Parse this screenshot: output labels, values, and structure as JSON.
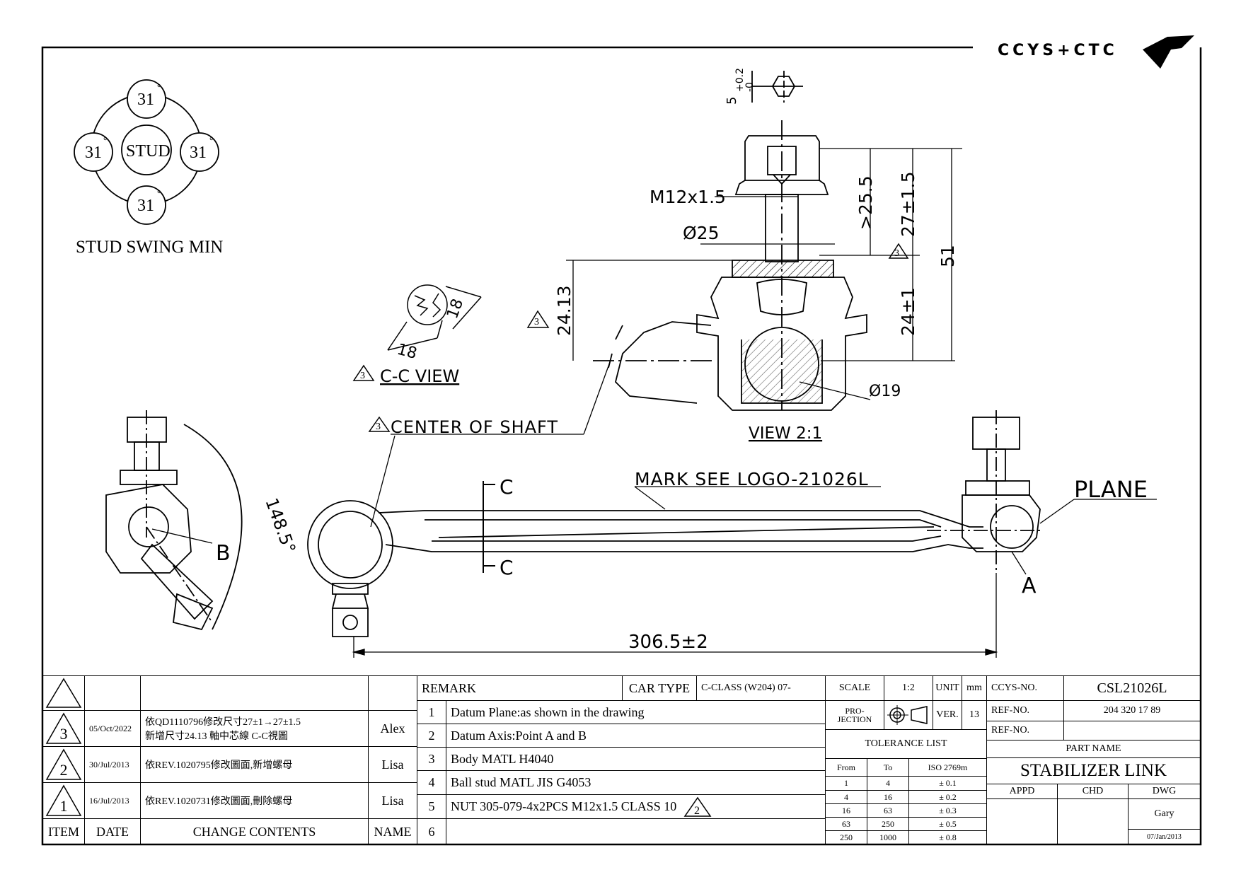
{
  "logo": {
    "text": "CCYS+CTC"
  },
  "stud_swing": {
    "title": "STUD SWING MIN",
    "center": "STUD",
    "angles": [
      "31",
      "31",
      "31",
      "31"
    ],
    "degree": "°"
  },
  "annotations": {
    "tol_upper": "+0.2",
    "tol_lower": "-0",
    "tol_base": "5",
    "thread": "M12x1.5",
    "dia25": "Ø25",
    "dim_25_5": ">25.5",
    "dim_27": "27±1.5",
    "dim_51": "51",
    "dim_24": "24±1",
    "dim_24_13": "24.13",
    "dia19": "Ø19",
    "view_label": "VIEW 2:1",
    "cc_18a": "18",
    "cc_18b": "18",
    "cc_view": "C-C VIEW",
    "center_shaft": "CENTER OF SHAFT",
    "mark": "MARK SEE LOGO-21026L",
    "plane": "PLANE",
    "point_a": "A",
    "point_b": "B",
    "section_c1": "C",
    "section_c2": "C",
    "arc": "148.5°",
    "length": "306.5±2",
    "rev_tri": "3"
  },
  "revisions": {
    "rows": [
      {
        "item": "3",
        "date": "05/Oct/2022",
        "content1": "依QD1110796修改尺寸27±1→27±1.5",
        "content2": "新增尺寸24.13 軸中芯線 C-C視圖",
        "name": "Alex"
      },
      {
        "item": "2",
        "date": "30/Jul/2013",
        "content1": "依REV.1020795修改圖面,新增螺母",
        "content2": "",
        "name": "Lisa"
      },
      {
        "item": "1",
        "date": "16/Jul/2013",
        "content1": "依REV.1020731修改圖面,刪除螺母",
        "content2": "",
        "name": "Lisa"
      }
    ],
    "headers": {
      "item": "ITEM",
      "date": "DATE",
      "content": "CHANGE CONTENTS",
      "name": "NAME"
    }
  },
  "remarks": {
    "title": "REMARK",
    "car_type_label": "CAR TYPE",
    "car_type": "C-CLASS (W204) 07-",
    "items": [
      {
        "n": "1",
        "text": "Datum Plane:as shown in the drawing"
      },
      {
        "n": "2",
        "text": "Datum Axis:Point A and B"
      },
      {
        "n": "3",
        "text": "Body MATL H4040"
      },
      {
        "n": "4",
        "text": "Ball stud MATL JIS G4053"
      },
      {
        "n": "5",
        "text": "NUT 305-079-4x2PCS M12x1.5 CLASS 10"
      },
      {
        "n": "6",
        "text": ""
      }
    ],
    "item5_rev": "2"
  },
  "scale": {
    "scale_label": "SCALE",
    "scale": "1:2",
    "unit_label": "UNIT",
    "unit": "mm",
    "proj_label1": "PRO-",
    "proj_label2": "JECTION",
    "ver_label": "VER.",
    "ver": "13",
    "tol_title": "TOLERANCE LIST",
    "tol_headers": [
      "From",
      "To",
      "ISO 2769m"
    ],
    "tol_rows": [
      [
        "1",
        "4",
        "± 0.1"
      ],
      [
        "4",
        "16",
        "± 0.2"
      ],
      [
        "16",
        "63",
        "± 0.3"
      ],
      [
        "63",
        "250",
        "± 0.5"
      ],
      [
        "250",
        "1000",
        "± 0.8"
      ]
    ]
  },
  "title_block": {
    "ccys_label": "CCYS-NO.",
    "ccys": "CSL21026L",
    "ref_label1": "REF-NO.",
    "ref1": "204 320 17 89",
    "ref_label2": "REF-NO.",
    "ref2": "",
    "part_label": "PART NAME",
    "part": "STABILIZER LINK",
    "appd": "APPD",
    "chd": "CHD",
    "dwg": "DWG",
    "drawer": "Gary",
    "date": "07/Jan/2013"
  }
}
